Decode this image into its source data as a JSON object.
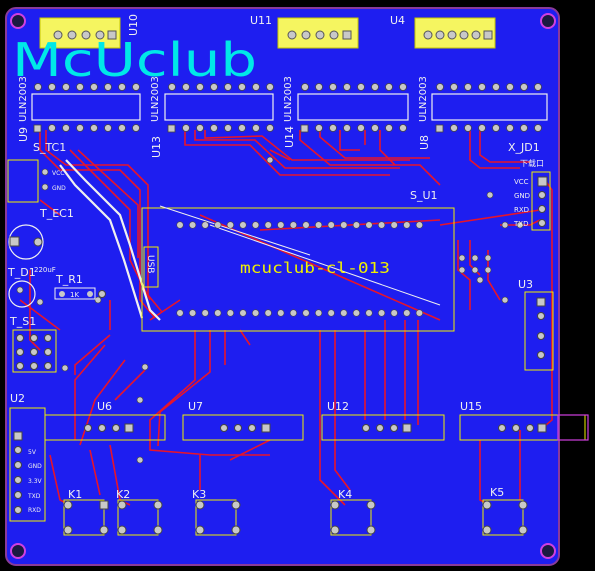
{
  "brand": "McUclub",
  "board_label": "mcuclub-cl-013",
  "refs": {
    "u10": "U10",
    "u11": "U11",
    "u4": "U4",
    "u9": "U9",
    "u13": "U13",
    "u14": "U14",
    "u8": "U8",
    "uln": "ULN2003",
    "s_tc1": "S_TC1",
    "s_u1": "S_U1",
    "x_jd1": "X_JD1",
    "x_jd1_sub": "下载口",
    "t_ec1": "T_EC1",
    "t_d1": "T_D1",
    "t_r1": "T_R1",
    "t_s1": "T_S1",
    "u3": "U3",
    "u2": "U2",
    "u6": "U6",
    "u7": "U7",
    "u12": "U12",
    "u15": "U15",
    "k1": "K1",
    "k2": "K2",
    "k3": "K3",
    "k4": "K4",
    "k5": "K5",
    "usb": "USB",
    "cap_val": "220uF",
    "r_val": "1K"
  },
  "pins": {
    "vcc": "VCC",
    "gnd": "GND",
    "rxd": "RXD",
    "txd": "TXD",
    "vcc_lc": "VCC",
    "gnd_lc": "GND",
    "u2_5v": "5V",
    "u2_gnd": "GND",
    "u2_33v": "3.3V",
    "u2_txd": "TXD",
    "u2_rxd": "RXD"
  },
  "colors": {
    "board": "#1e1ef0",
    "trace": "#e8142a",
    "silk": "#f0f0f0",
    "outline": "#f0f000",
    "brand": "#00e8e8",
    "pad": "#c8c8c8",
    "header": "#f5f560"
  }
}
